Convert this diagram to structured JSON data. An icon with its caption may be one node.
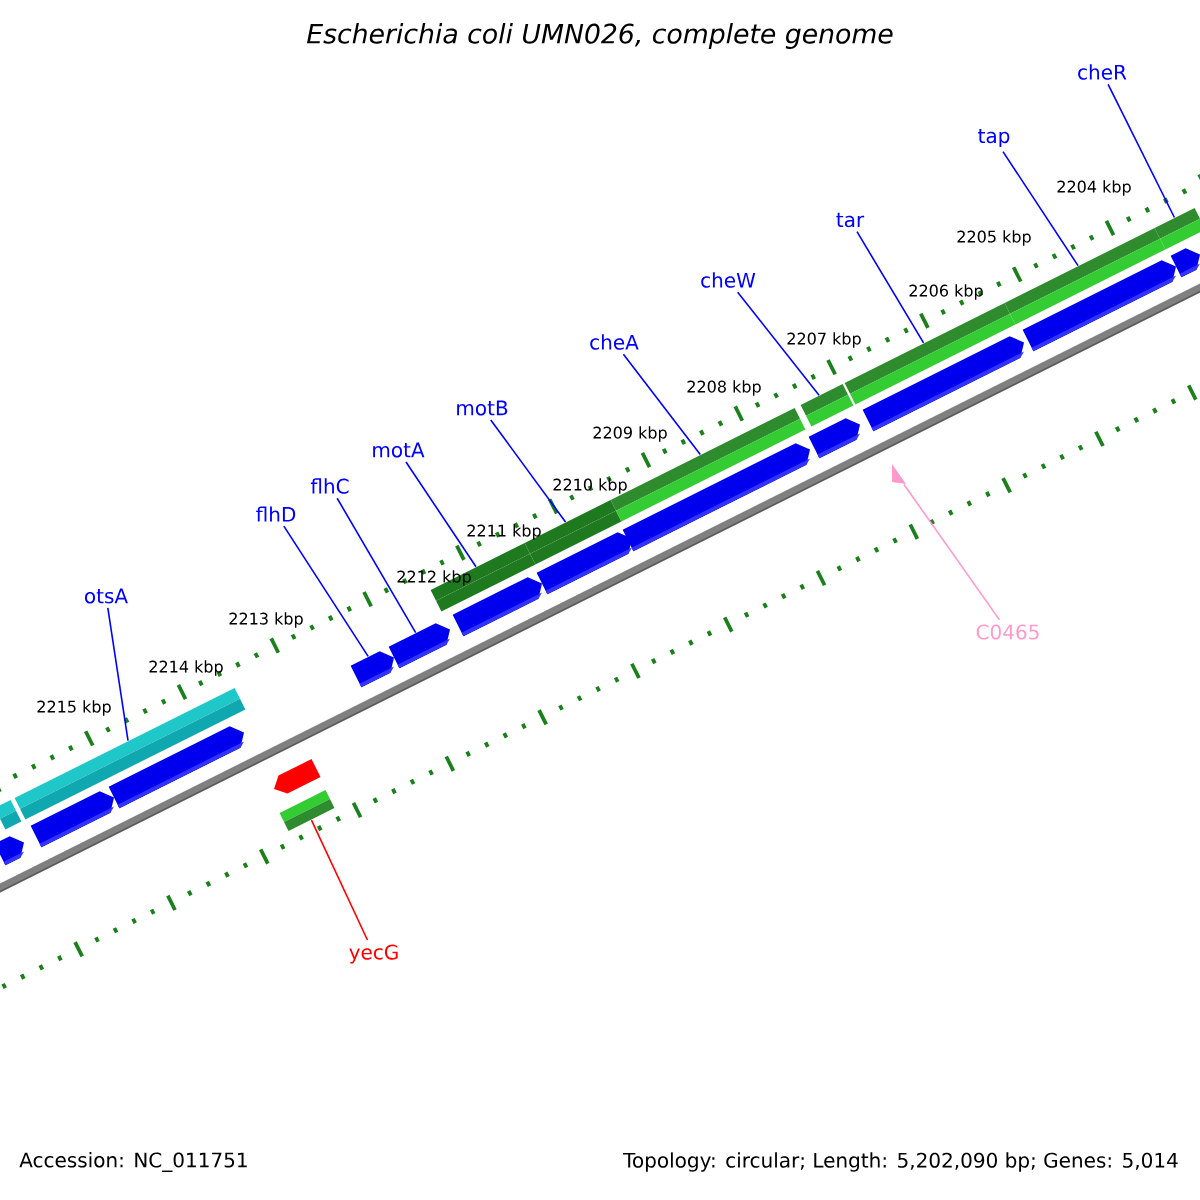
{
  "diagram": {
    "title": "Escherichia coli UMN026, complete genome",
    "nodes": [
      {
        "text": [
          "cheR"
        ]
      },
      {
        "text": [
          "tap"
        ]
      },
      {
        "text": [
          "tar"
        ]
      },
      {
        "text": [
          "cheW"
        ]
      },
      {
        "text": [
          "cheA"
        ]
      },
      {
        "text": [
          "motB"
        ]
      },
      {
        "text": [
          "motA"
        ]
      },
      {
        "text": [
          "flhC"
        ]
      },
      {
        "text": [
          "flhD"
        ]
      },
      {
        "text": [
          "otsA"
        ]
      },
      {
        "text": [
          "C0465"
        ]
      },
      {
        "text": [
          "yecG"
        ]
      },
      {
        "text": [],
        "shape": "bar"
      },
      {
        "text": [],
        "shape": "bar"
      },
      {
        "text": [],
        "shape": "bar"
      },
      {
        "text": [],
        "shape": "bar"
      },
      {
        "text": [],
        "shape": "bar"
      },
      {
        "text": [],
        "shape": "bar"
      },
      {
        "text": [],
        "shape": "bar"
      },
      {
        "text": [],
        "shape": "bar"
      },
      {
        "text": [],
        "shape": "bar"
      },
      {
        "text": [],
        "shape": "triangle"
      },
      {
        "text": [],
        "shape": "bar"
      },
      {
        "text": [],
        "shape": "bar"
      },
      {
        "text": [],
        "shape": "bar"
      }
    ],
    "edges": [
      {
        "from": 0,
        "to": 24,
        "arrow": "none"
      },
      {
        "from": 1,
        "to": 23,
        "arrow": "none"
      },
      {
        "from": 2,
        "to": 22,
        "arrow": "none"
      },
      {
        "from": 3,
        "to": 20,
        "arrow": "none"
      },
      {
        "from": 4,
        "to": 19,
        "arrow": "none"
      },
      {
        "from": 5,
        "to": 18,
        "arrow": "none"
      },
      {
        "from": 6,
        "to": 17,
        "arrow": "none"
      },
      {
        "from": 7,
        "to": 16,
        "arrow": "none"
      },
      {
        "from": 8,
        "to": 15,
        "arrow": "none"
      },
      {
        "from": 9,
        "to": 12,
        "arrow": "none"
      },
      {
        "from": 10,
        "to": 21,
        "arrow": "none",
        "color": "#ff99cc"
      },
      {
        "from": 11,
        "to": 14,
        "arrow": "none",
        "color": "#ff0000"
      }
    ],
    "labels": [
      "2204 kbp",
      "2205 kbp",
      "2206 kbp",
      "2207 kbp",
      "2208 kbp",
      "2209 kbp",
      "2210 kbp",
      "2211 kbp",
      "2212 kbp",
      "2213 kbp",
      "2214 kbp",
      "2215 kbp",
      "Accession: NC_011751",
      "Topology: circular; Length: 5,202,090 bp; Genes: 5,014"
    ]
  }
}
